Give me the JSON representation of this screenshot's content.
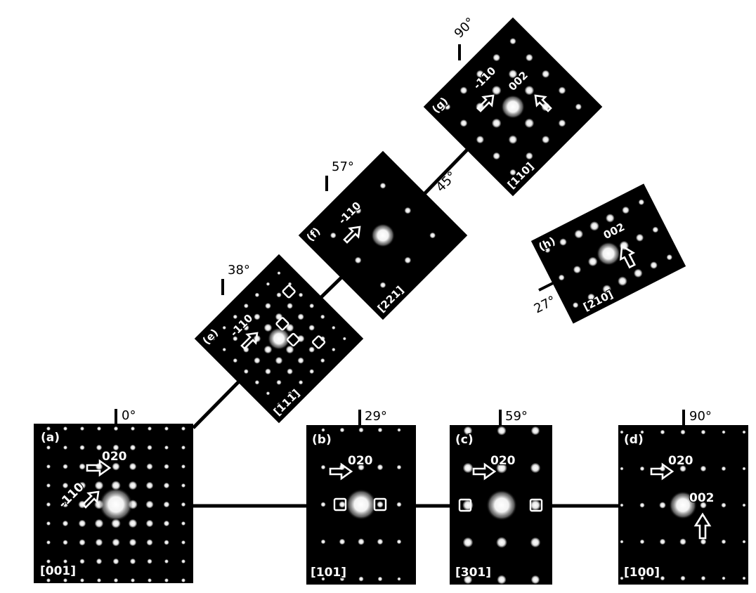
{
  "figure": {
    "connections": [
      {
        "from": "a",
        "to": "b"
      },
      {
        "from": "b",
        "to": "c"
      },
      {
        "from": "c",
        "to": "d"
      },
      {
        "from": "a",
        "to": "e"
      },
      {
        "from": "e",
        "to": "f"
      },
      {
        "from": "f",
        "to": "g"
      }
    ],
    "connection_angle_label": "45°",
    "panels": [
      {
        "id": "a",
        "label": "(a)",
        "zone_axis": "[001]",
        "angle": "0°",
        "spots": [
          "020",
          "-110"
        ]
      },
      {
        "id": "b",
        "label": "(b)",
        "zone_axis": "[101]",
        "angle": "29°",
        "spots": [
          "020"
        ]
      },
      {
        "id": "c",
        "label": "(c)",
        "zone_axis": "[301]",
        "angle": "59°",
        "spots": [
          "020"
        ]
      },
      {
        "id": "d",
        "label": "(d)",
        "zone_axis": "[100]",
        "angle": "90°",
        "spots": [
          "020",
          "002"
        ]
      },
      {
        "id": "e",
        "label": "(e)",
        "zone_axis": "[111]",
        "angle": "38°",
        "spots": [
          "-110"
        ]
      },
      {
        "id": "f",
        "label": "(f)",
        "zone_axis": "[221]",
        "angle": "57°",
        "spots": [
          "-110"
        ]
      },
      {
        "id": "g",
        "label": "(g)",
        "zone_axis": "[110]",
        "angle": "90°",
        "spots": [
          "-110",
          "002"
        ]
      },
      {
        "id": "h",
        "label": "(h)",
        "zone_axis": "[210]",
        "angle": "27°",
        "spots": [
          "002"
        ]
      }
    ]
  }
}
